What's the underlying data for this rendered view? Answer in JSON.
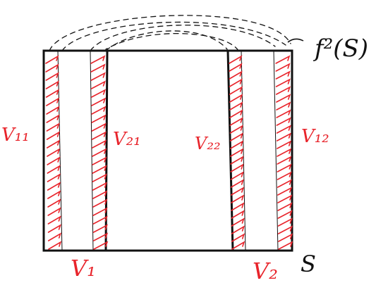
{
  "colors": {
    "ink": "#111111",
    "accent": "#e8242b",
    "background": "#ffffff"
  },
  "labels": {
    "f2s": "f²(S)",
    "v11": "V₁₁",
    "v21": "V₂₁",
    "v22": "V₂₂",
    "v12": "V₁₂",
    "v1": "V₁",
    "v2": "V₂",
    "s": "S"
  }
}
